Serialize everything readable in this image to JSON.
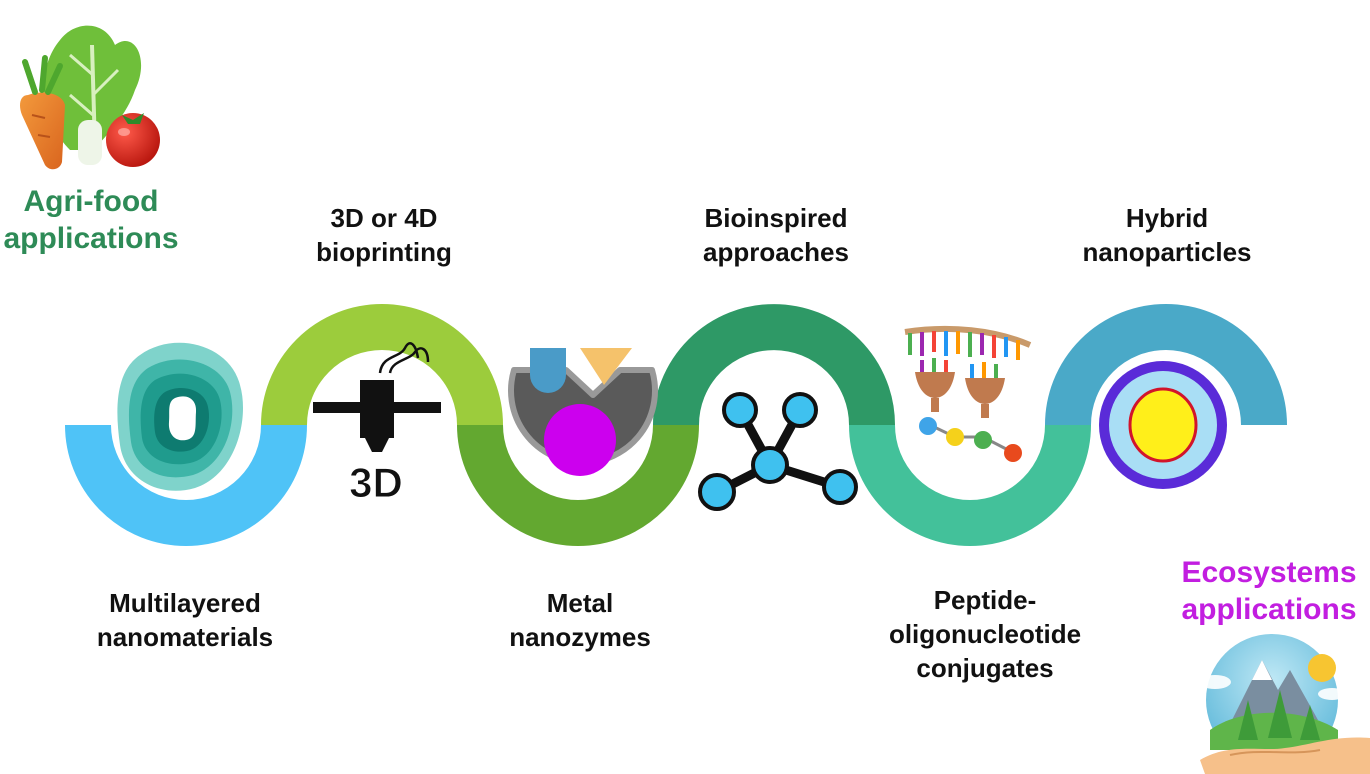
{
  "colors": {
    "agri_green": "#2e8b57",
    "eco_magenta": "#c21ee0",
    "segment_light_blue": "#4fc3f7",
    "segment_lime": "#9ccc3c",
    "segment_green": "#63a830",
    "segment_dark_teal": "#2e9966",
    "segment_mint": "#43c19a",
    "segment_steel_blue": "#4aa9c8",
    "icon_cyan": "#3fc1ef",
    "icon_magenta": "#cc00ee",
    "icon_purple_ring": "#5a2bd8",
    "icon_yellow_core": "#ffef1a",
    "nanozyme_gray": "#555555",
    "nanozyme_blue": "#4a9bc8",
    "nanozyme_orange": "#f5c26b"
  },
  "endpoints": {
    "start": {
      "lines": [
        "Agri-food",
        "applications"
      ],
      "icon": "vegetables-icon"
    },
    "end": {
      "lines": [
        "Ecosystems",
        "applications"
      ],
      "icon": "globe-in-hand-icon"
    }
  },
  "topics": {
    "multilayered": {
      "lines": [
        "Multilayered",
        "nanomaterials"
      ],
      "icon": "layered-blob-icon"
    },
    "bioprinting": {
      "lines": [
        "3D or 4D",
        "bioprinting"
      ],
      "icon": "3d-printer-icon",
      "badge": "3D"
    },
    "nanozymes": {
      "lines": [
        "Metal",
        "nanozymes"
      ],
      "icon": "nanozyme-icon"
    },
    "bioinspired": {
      "lines": [
        "Bioinspired",
        "approaches"
      ],
      "icon": "molecule-network-icon"
    },
    "conjugates": {
      "lines": [
        "Peptide-",
        "oligonucleotide",
        "conjugates"
      ],
      "icon": "peptide-dna-icon"
    },
    "hybrid": {
      "lines": [
        "Hybrid",
        "nanoparticles"
      ],
      "icon": "core-shell-particle-icon"
    }
  }
}
